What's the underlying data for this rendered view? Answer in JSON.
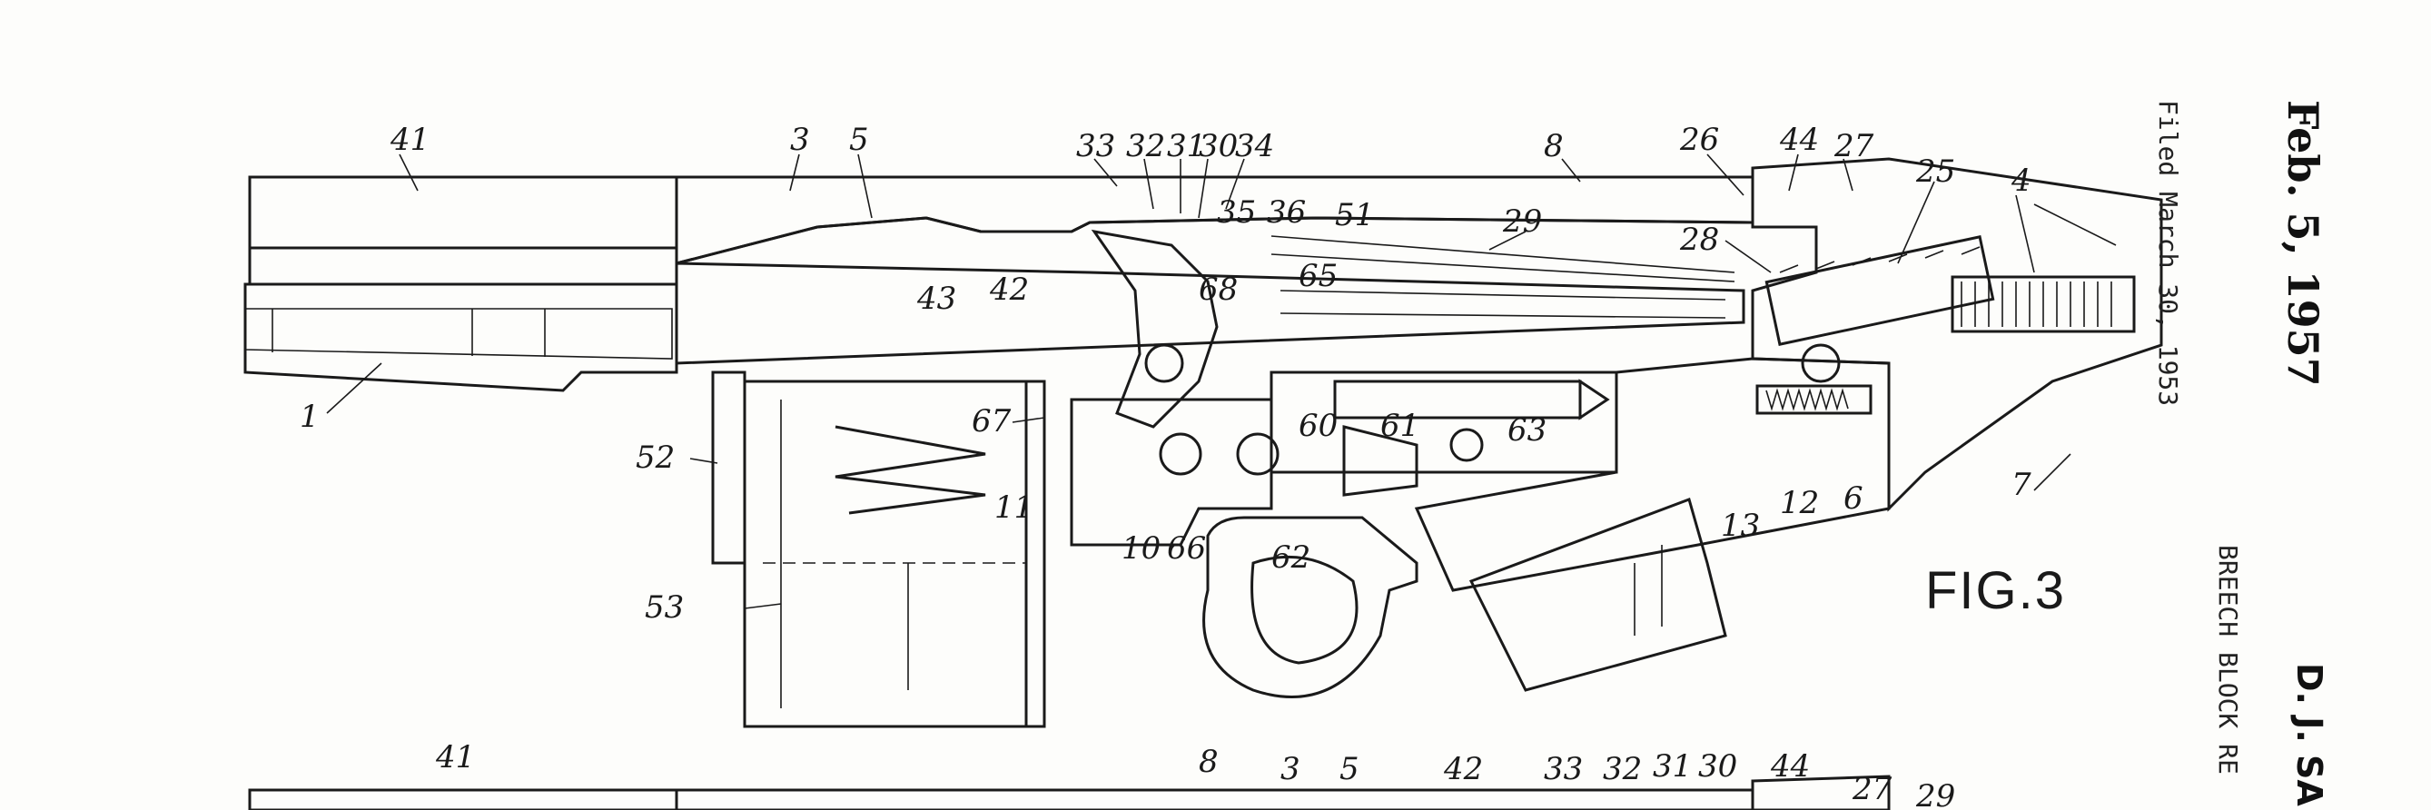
{
  "header": {
    "date": "Feb. 5, 1957",
    "filed": "Filed March 30, 1953",
    "inventor": "D. J. SA",
    "title": "BREECH BLOCK RE"
  },
  "figure": {
    "label": "FIG.3"
  },
  "upper_labels": [
    {
      "id": "41",
      "text": "41"
    },
    {
      "id": "3",
      "text": "3"
    },
    {
      "id": "5",
      "text": "5"
    },
    {
      "id": "33",
      "text": "33"
    },
    {
      "id": "32",
      "text": "32"
    },
    {
      "id": "31",
      "text": "31"
    },
    {
      "id": "30",
      "text": "30"
    },
    {
      "id": "34",
      "text": "34"
    },
    {
      "id": "8",
      "text": "8"
    },
    {
      "id": "26",
      "text": "26"
    },
    {
      "id": "44",
      "text": "44"
    },
    {
      "id": "27",
      "text": "27"
    },
    {
      "id": "25",
      "text": "25"
    },
    {
      "id": "4",
      "text": "4"
    },
    {
      "id": "35",
      "text": "35"
    },
    {
      "id": "36",
      "text": "36"
    },
    {
      "id": "51",
      "text": "51"
    },
    {
      "id": "29",
      "text": "29"
    },
    {
      "id": "28",
      "text": "28"
    },
    {
      "id": "65",
      "text": "65"
    },
    {
      "id": "68",
      "text": "68"
    },
    {
      "id": "43",
      "text": "43"
    },
    {
      "id": "42",
      "text": "42"
    },
    {
      "id": "1",
      "text": "1"
    },
    {
      "id": "67",
      "text": "67"
    },
    {
      "id": "52",
      "text": "52"
    },
    {
      "id": "60",
      "text": "60"
    },
    {
      "id": "61",
      "text": "61"
    },
    {
      "id": "63",
      "text": "63"
    },
    {
      "id": "11",
      "text": "11"
    },
    {
      "id": "10",
      "text": "10"
    },
    {
      "id": "66",
      "text": "66"
    },
    {
      "id": "62",
      "text": "62"
    },
    {
      "id": "13",
      "text": "13"
    },
    {
      "id": "12",
      "text": "12"
    },
    {
      "id": "6",
      "text": "6"
    },
    {
      "id": "7",
      "text": "7"
    },
    {
      "id": "53",
      "text": "53"
    }
  ],
  "lower_labels": [
    {
      "id": "41b",
      "text": "41"
    },
    {
      "id": "8b",
      "text": "8"
    },
    {
      "id": "3b",
      "text": "3"
    },
    {
      "id": "5b",
      "text": "5"
    },
    {
      "id": "42b",
      "text": "42"
    },
    {
      "id": "33b",
      "text": "33"
    },
    {
      "id": "32b",
      "text": "32"
    },
    {
      "id": "31b",
      "text": "31"
    },
    {
      "id": "30b",
      "text": "30"
    },
    {
      "id": "44b",
      "text": "44"
    },
    {
      "id": "27b",
      "text": "27"
    },
    {
      "id": "29b",
      "text": "29"
    }
  ]
}
